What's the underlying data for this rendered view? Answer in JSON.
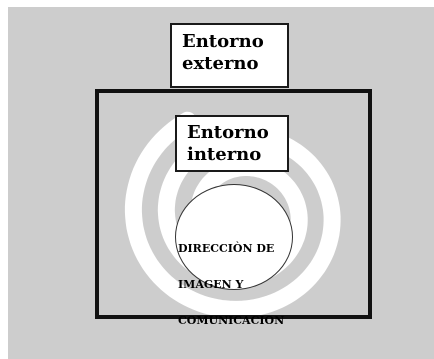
{
  "diagram": {
    "outer_label": [
      "Entorno",
      "externo"
    ],
    "inner_label": [
      "Entorno",
      "interno"
    ],
    "core_label": [
      "DIRECCIÒN DE",
      "IMAGEN Y",
      "COMUNICACION"
    ]
  },
  "colors": {
    "background_panel": "#cdcdcd",
    "spiral": "#ffffff",
    "frame": "#111111",
    "box_fill": "#ffffff"
  },
  "icons": {
    "spiral": "spiral-swirl-graphic"
  }
}
